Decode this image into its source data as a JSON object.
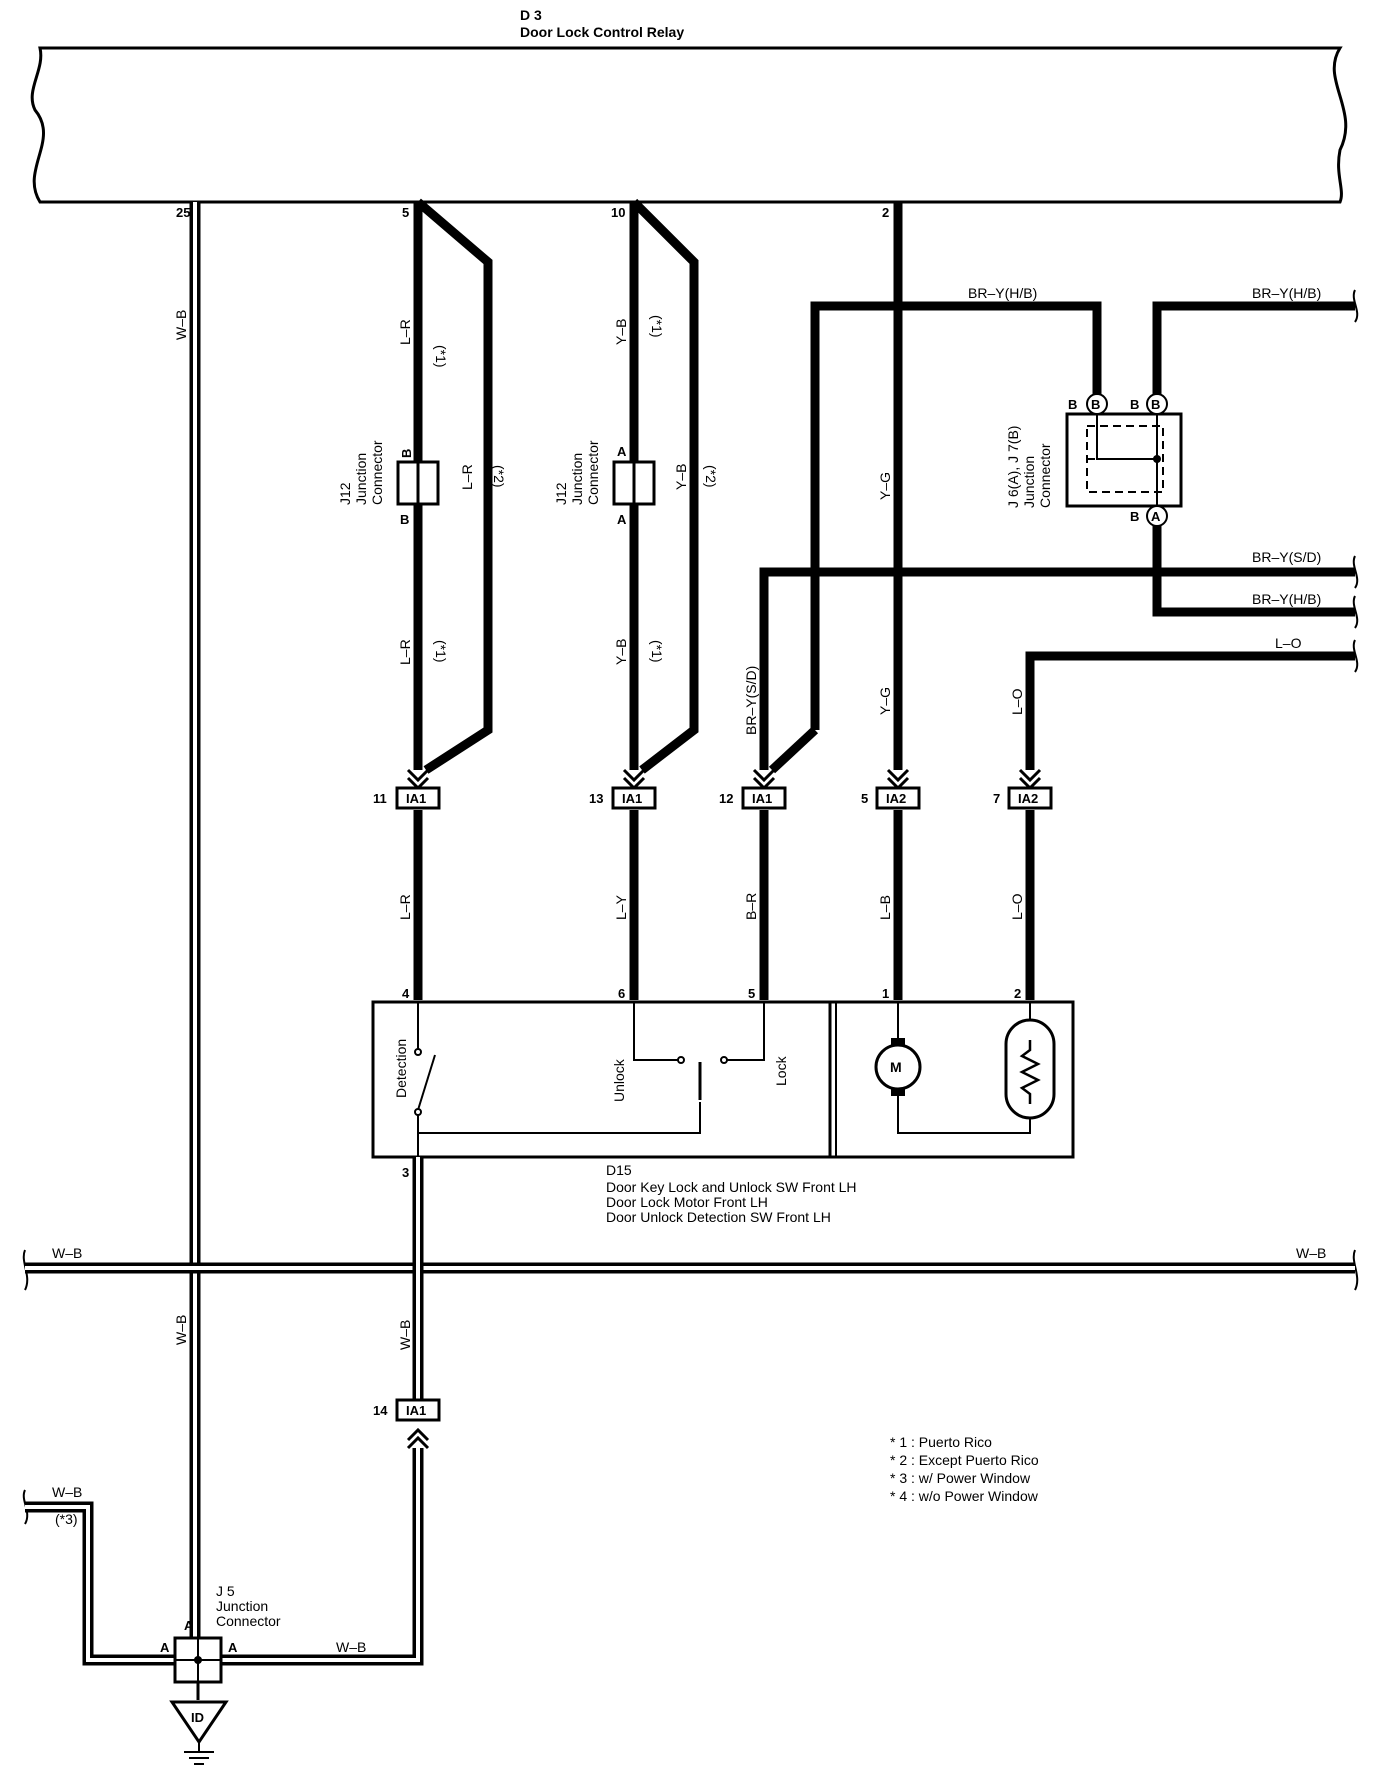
{
  "relay": {
    "code": "D 3",
    "name": "Door Lock Control Relay"
  },
  "relay_pins": {
    "p25": "25",
    "p5": "5",
    "p10": "10",
    "p2": "2"
  },
  "wires": {
    "wb": "W–B",
    "lr": "L–R",
    "yb": "Y–B",
    "yg": "Y–G",
    "bry_hb": "BR–Y(H/B)",
    "bry_sd": "BR–Y(S/D)",
    "lo": "L–O",
    "ly": "L–Y",
    "br": "B–R",
    "lb": "L–B"
  },
  "notes_ref": {
    "n1": "(*1)",
    "n2": "(*2)",
    "n3": "(*3)"
  },
  "j12": {
    "code": "J12",
    "l1": "Junction",
    "l2": "Connector",
    "pinB": "B",
    "pinA": "A"
  },
  "j6": {
    "code": "J 6(A), J 7(B)",
    "l1": "Junction",
    "l2": "Connector",
    "pinB": "B",
    "pinA": "A"
  },
  "ia_connectors": [
    {
      "pin": "11",
      "name": "IA1"
    },
    {
      "pin": "13",
      "name": "IA1"
    },
    {
      "pin": "12",
      "name": "IA1"
    },
    {
      "pin": "5",
      "name": "IA2"
    },
    {
      "pin": "7",
      "name": "IA2"
    },
    {
      "pin": "14",
      "name": "IA1"
    }
  ],
  "d15": {
    "code": "D15",
    "line1": "Door Key Lock and Unlock SW Front LH",
    "line2": "Door Lock Motor Front LH",
    "line3": "Door Unlock Detection SW Front LH",
    "pins": {
      "p4": "4",
      "p6": "6",
      "p5": "5",
      "p1": "1",
      "p2": "2",
      "p3": "3"
    },
    "detection": "Detection",
    "unlock": "Unlock",
    "lock": "Lock",
    "motor": "M"
  },
  "j5": {
    "code": "J 5",
    "l1": "Junction",
    "l2": "Connector",
    "pinA": "A"
  },
  "ground": "ID",
  "notes": [
    "* 1 : Puerto Rico",
    "* 2 : Except Puerto Rico",
    "* 3 : w/ Power Window",
    "* 4 : w/o Power Window"
  ]
}
